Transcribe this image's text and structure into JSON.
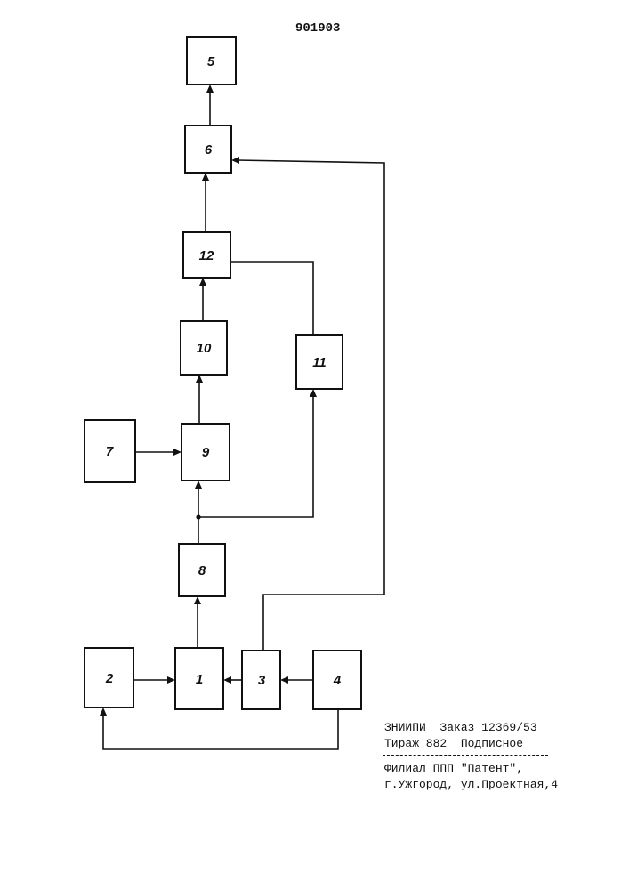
{
  "document": {
    "patent_number": "901903"
  },
  "blocks": [
    {
      "id": "b1",
      "label": "1"
    },
    {
      "id": "b2",
      "label": "2"
    },
    {
      "id": "b3",
      "label": "3"
    },
    {
      "id": "b4",
      "label": "4"
    },
    {
      "id": "b5",
      "label": "5"
    },
    {
      "id": "b6",
      "label": "6"
    },
    {
      "id": "b7",
      "label": "7"
    },
    {
      "id": "b8",
      "label": "8"
    },
    {
      "id": "b9",
      "label": "9"
    },
    {
      "id": "b10",
      "label": "10"
    },
    {
      "id": "b11",
      "label": "11"
    },
    {
      "id": "b12",
      "label": "12"
    }
  ],
  "connections": [
    {
      "from": "2",
      "to": "1"
    },
    {
      "from": "3",
      "to": "1"
    },
    {
      "from": "4",
      "to": "3"
    },
    {
      "from": "4",
      "to": "2"
    },
    {
      "from": "1",
      "to": "8"
    },
    {
      "from": "8",
      "to": "9"
    },
    {
      "from": "8",
      "to": "11"
    },
    {
      "from": "7",
      "to": "9"
    },
    {
      "from": "9",
      "to": "10"
    },
    {
      "from": "10",
      "to": "12"
    },
    {
      "from": "11",
      "to": "12"
    },
    {
      "from": "12",
      "to": "6"
    },
    {
      "from": "3",
      "to": "6"
    },
    {
      "from": "6",
      "to": "5"
    }
  ],
  "imprint": {
    "line1": "ЗНИИПИ  Заказ 12369/53",
    "line2": "Тираж 882  Подписное",
    "line3": "Филиал ППП \"Патент\",",
    "line4": "г.Ужгород, ул.Проектная,4"
  }
}
